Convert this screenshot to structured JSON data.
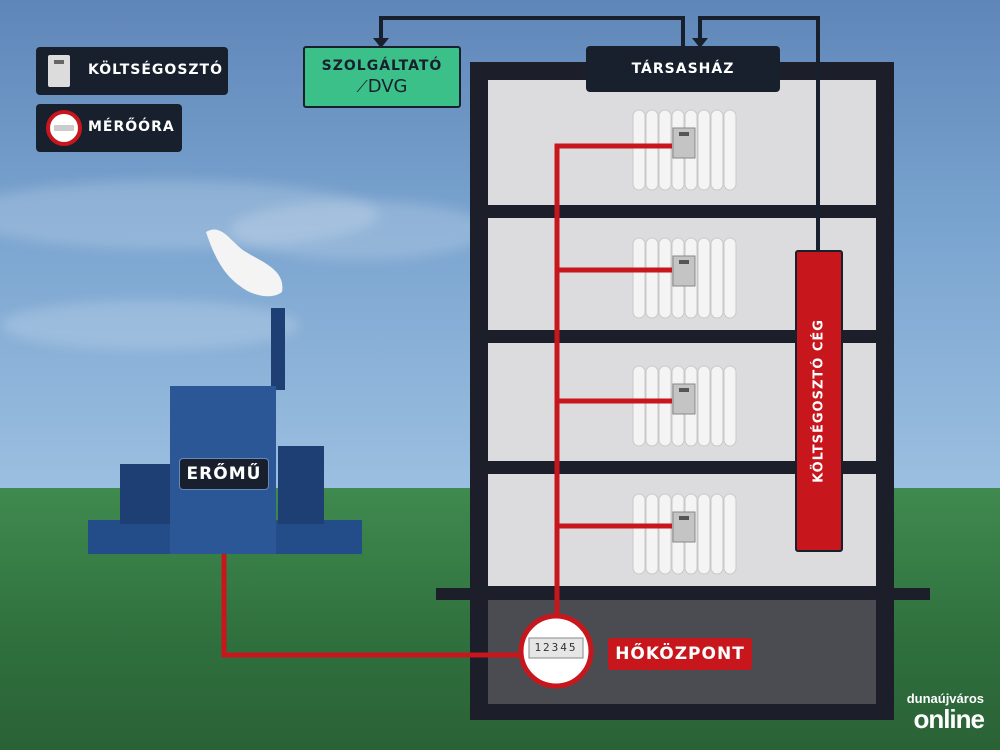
{
  "legend": {
    "cost_allocator_label": "KÖLTSÉGOSZTÓ",
    "meter_label": "MÉRŐÓRA"
  },
  "provider": {
    "label": "SZOLGÁLTATÓ",
    "logo_text": "DVG"
  },
  "building": {
    "label": "TÁRSASHÁZ"
  },
  "power_plant": {
    "label": "ERŐMŰ"
  },
  "cost_company": {
    "label": "KÖLTSÉGOSZTÓ CÉG"
  },
  "heat_center": {
    "label": "HŐKÖZPONT",
    "meter_digits": "12345"
  },
  "watermark": {
    "top": "dunaújváros",
    "bottom": "online"
  },
  "colors": {
    "pipe": "#c8161d",
    "dark": "#17202c",
    "green": "#3cc08a",
    "plant": "#234d88"
  }
}
